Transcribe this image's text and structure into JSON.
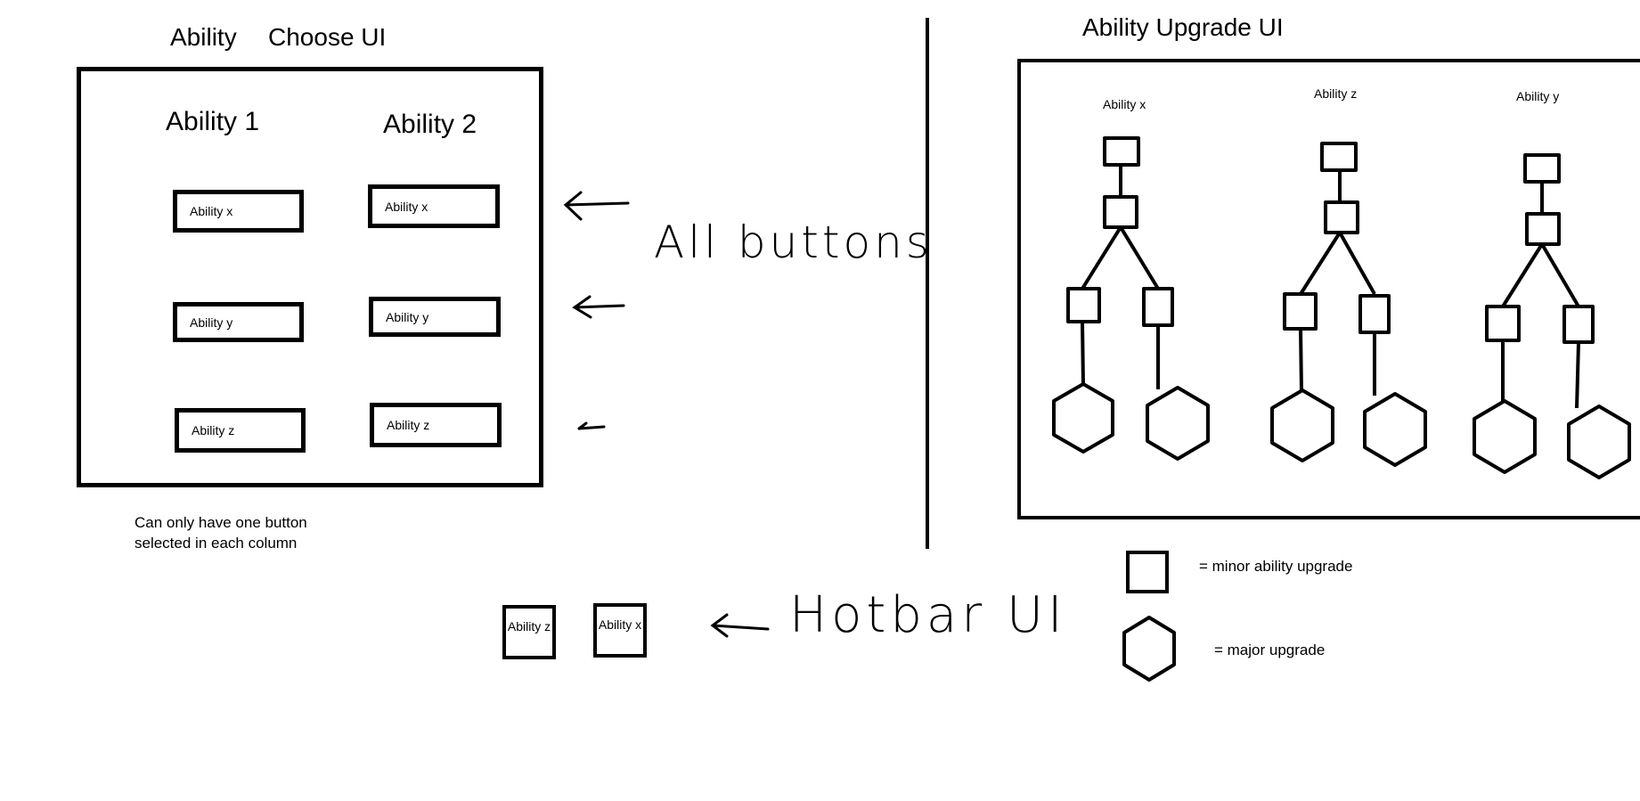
{
  "choose_ui": {
    "title_part1": "Ability",
    "title_part2": "Choose UI",
    "columns": [
      {
        "heading": "Ability 1",
        "buttons": [
          "Ability x",
          "Ability y",
          "Ability z"
        ]
      },
      {
        "heading": "Ability 2",
        "buttons": [
          "Ability x",
          "Ability y",
          "Ability z"
        ]
      }
    ],
    "note_line1": "Can only have one button",
    "note_line2": "selected in each column",
    "annotation": "All buttons"
  },
  "hotbar": {
    "slots": [
      "Ability z",
      "Ability x"
    ],
    "label": "Hotbar UI"
  },
  "upgrade_ui": {
    "title": "Ability Upgrade UI",
    "trees": [
      {
        "label": "Ability x"
      },
      {
        "label": "Ability z"
      },
      {
        "label": "Ability y"
      }
    ]
  },
  "legend": {
    "minor": "= minor ability upgrade",
    "major": "= major upgrade"
  },
  "colors": {
    "ink": "#000000",
    "background": "#ffffff"
  }
}
